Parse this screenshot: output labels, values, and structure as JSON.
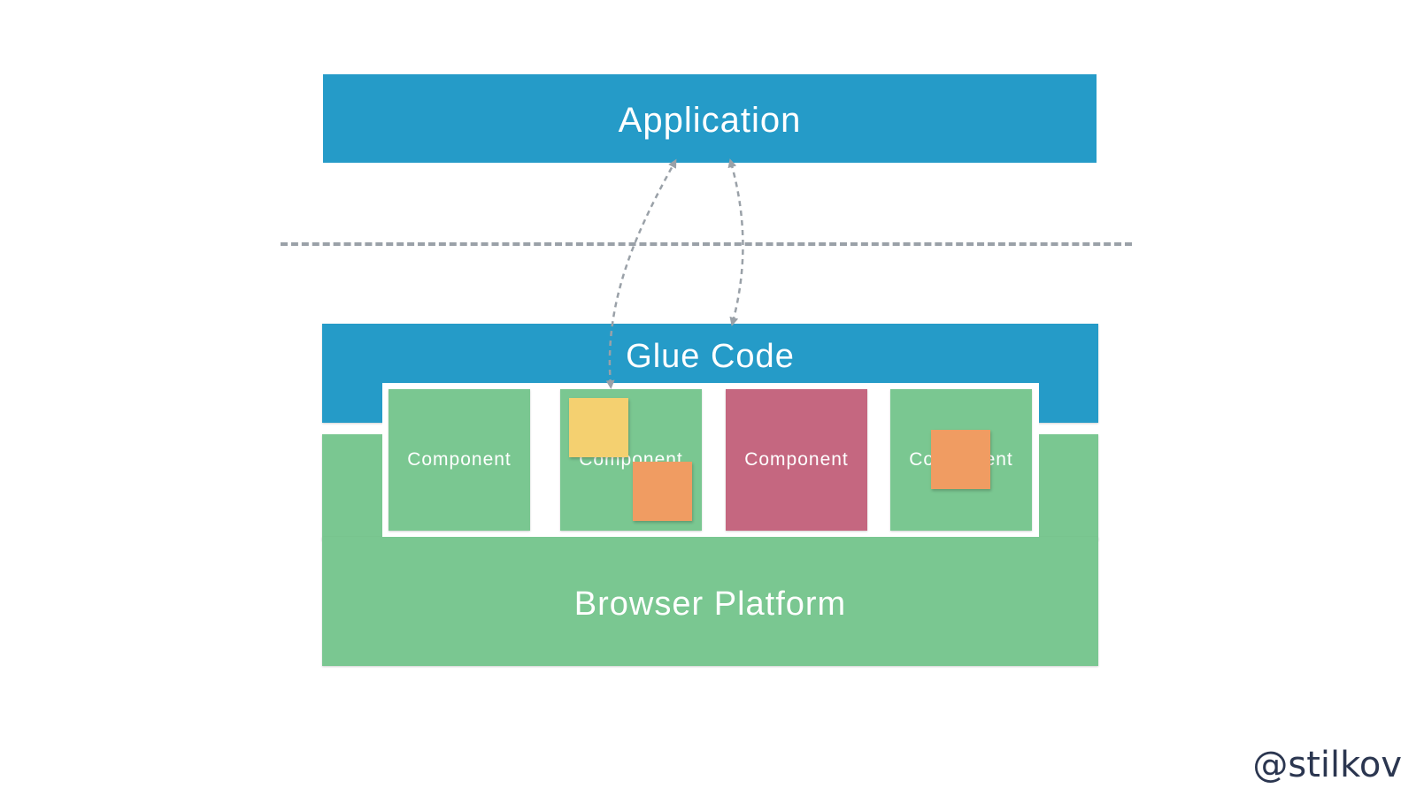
{
  "colors": {
    "blue": "#259bc8",
    "green": "#7ac791",
    "red": "#c56780",
    "yellow": "#f4d070",
    "orange": "#f09c62",
    "handle": "#2b3650"
  },
  "layers": {
    "application": "Application",
    "glue_code": "Glue Code",
    "browser_platform": "Browser Platform"
  },
  "components": [
    {
      "label": "Component"
    },
    {
      "label": "Component"
    },
    {
      "label": "Component"
    },
    {
      "label": "Component"
    }
  ],
  "author_handle": "@stilkov"
}
